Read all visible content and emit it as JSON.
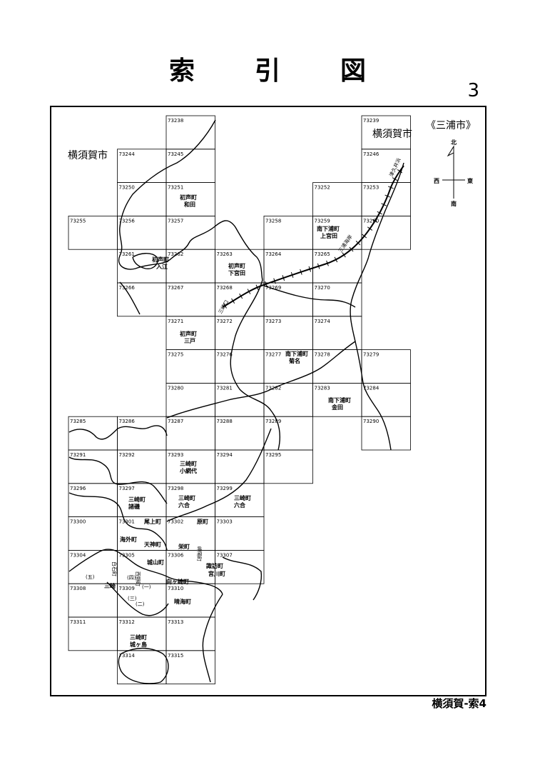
{
  "title": [
    "索",
    "引",
    "図"
  ],
  "page_number": "3",
  "footer": "横須賀-索4",
  "region_labels": {
    "yokosuka_left": "横須賀市",
    "yokosuka_right": "横須賀市",
    "miura": "《三浦市》"
  },
  "compass": {
    "north": "北",
    "south": "南",
    "east": "東",
    "west": "西"
  },
  "railway_label": "三浦海岸",
  "station_labels": {
    "tsukuihama": "津久井浜",
    "misakiguchi": "三崎口"
  },
  "grid_cells": [
    "73238",
    "73239",
    "73244",
    "73245",
    "73246",
    "73250",
    "73251",
    "73252",
    "73253",
    "73255",
    "73256",
    "73257",
    "73258",
    "73259",
    "73260",
    "73261",
    "73262",
    "73263",
    "73264",
    "73265",
    "73266",
    "73267",
    "73268",
    "73269",
    "73270",
    "73271",
    "73272",
    "73273",
    "73274",
    "73275",
    "73276",
    "73277",
    "73278",
    "73279",
    "73280",
    "73281",
    "73282",
    "73283",
    "73284",
    "73285",
    "73286",
    "73287",
    "73288",
    "73289",
    "73290",
    "73291",
    "73292",
    "73293",
    "73294",
    "73295",
    "73296",
    "73297",
    "73298",
    "73299",
    "73300",
    "73301",
    "73302",
    "73303",
    "73304",
    "73305",
    "73306",
    "73307",
    "73308",
    "73309",
    "73310",
    "73311",
    "73312",
    "73313",
    "73314",
    "73315"
  ],
  "places": {
    "hatsukoe_wada": [
      "初声町",
      "和田"
    ],
    "hatsukoe_irie": [
      "初声町",
      "入江"
    ],
    "hatsukoe_shimomiyada": [
      "初声町",
      "下宮田"
    ],
    "hatsukoe_mito": [
      "初声町",
      "三戸"
    ],
    "minamishitaura_kamimiyada": [
      "南下浦町",
      "上宮田"
    ],
    "minamishitaura_kikuna": [
      "南下浦町",
      "菊名"
    ],
    "minamishitaura_kaneda": [
      "南下浦町",
      "金田"
    ],
    "misaki_koamishiro": [
      "三崎町",
      "小網代"
    ],
    "misaki_moroiso": [
      "三崎町",
      "諸磯"
    ],
    "misaki_mutsuai_w": [
      "三崎町",
      "六合"
    ],
    "misaki_mutsuai_e": [
      "三崎町",
      "六合"
    ],
    "misaki_jogashima": [
      "三崎町",
      "城ヶ島"
    ],
    "onoue": "尾上町",
    "haracho": "原町",
    "umisotomachi": "海外町",
    "tenjin": "天神町",
    "nishinocho": "西野町",
    "shiroyama": "城山町",
    "uchicho": "栄町",
    "misakicho_small": "岬陽町",
    "suwa": "諏訪町",
    "miyagawa": "宮川町",
    "yugaoka": "向ヶ崎町",
    "seikai": "晴海町",
    "shirotoi": "白石町",
    "misaki": "三崎",
    "mark_5": "(五)",
    "mark_4": "(四)",
    "mark_1": "(一)",
    "mark_3": "(三)",
    "mark_2": "(二)"
  }
}
